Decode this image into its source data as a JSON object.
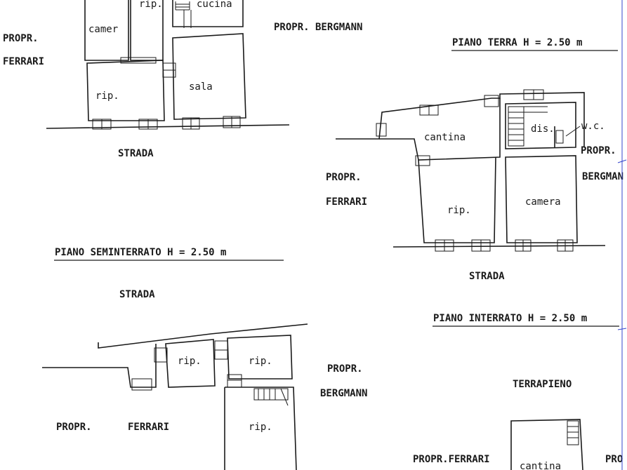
{
  "colors": {
    "ink": "#1a1a1a",
    "paper": "#ffffff",
    "margin_line": "#3344cc"
  },
  "plan_top_left": {
    "rooms": [
      "camer",
      "rip.",
      "cucina",
      "rip.",
      "sala"
    ],
    "labels": {
      "propr_left_1": "PROPR.",
      "propr_left_2": "FERRARI",
      "propr_right": "PROPR. BERGMANN",
      "strada": "STRADA"
    }
  },
  "plan_terra": {
    "title": "PIANO  TERRA  H = 2.50 m",
    "rooms": [
      "cantina",
      "dis.",
      "w.c.",
      "rip.",
      "camera"
    ],
    "labels": {
      "propr_left_1": "PROPR.",
      "propr_left_2": "FERRARI",
      "propr_right_1": "PROPR.",
      "propr_right_2": "BERGMAN",
      "strada": "STRADA"
    }
  },
  "plan_seminterrato": {
    "title": "PIANO  SEMINTERRATO   H = 2.50 m",
    "rooms": [
      "rip.",
      "rip.",
      "rip."
    ],
    "labels": {
      "strada": "STRADA",
      "propr_left": "PROPR.",
      "ferrari": "FERRARI",
      "propr_right_1": "PROPR.",
      "propr_right_2": "BERGMANN"
    }
  },
  "plan_interrato": {
    "title": "PIANO  INTERRATO  H = 2.50 m",
    "rooms": [
      "cantina"
    ],
    "labels": {
      "terrapieno": "TERRAPIENO",
      "propr_ferrari": "PROPR.FERRARI",
      "propr_right": "PRO"
    }
  }
}
